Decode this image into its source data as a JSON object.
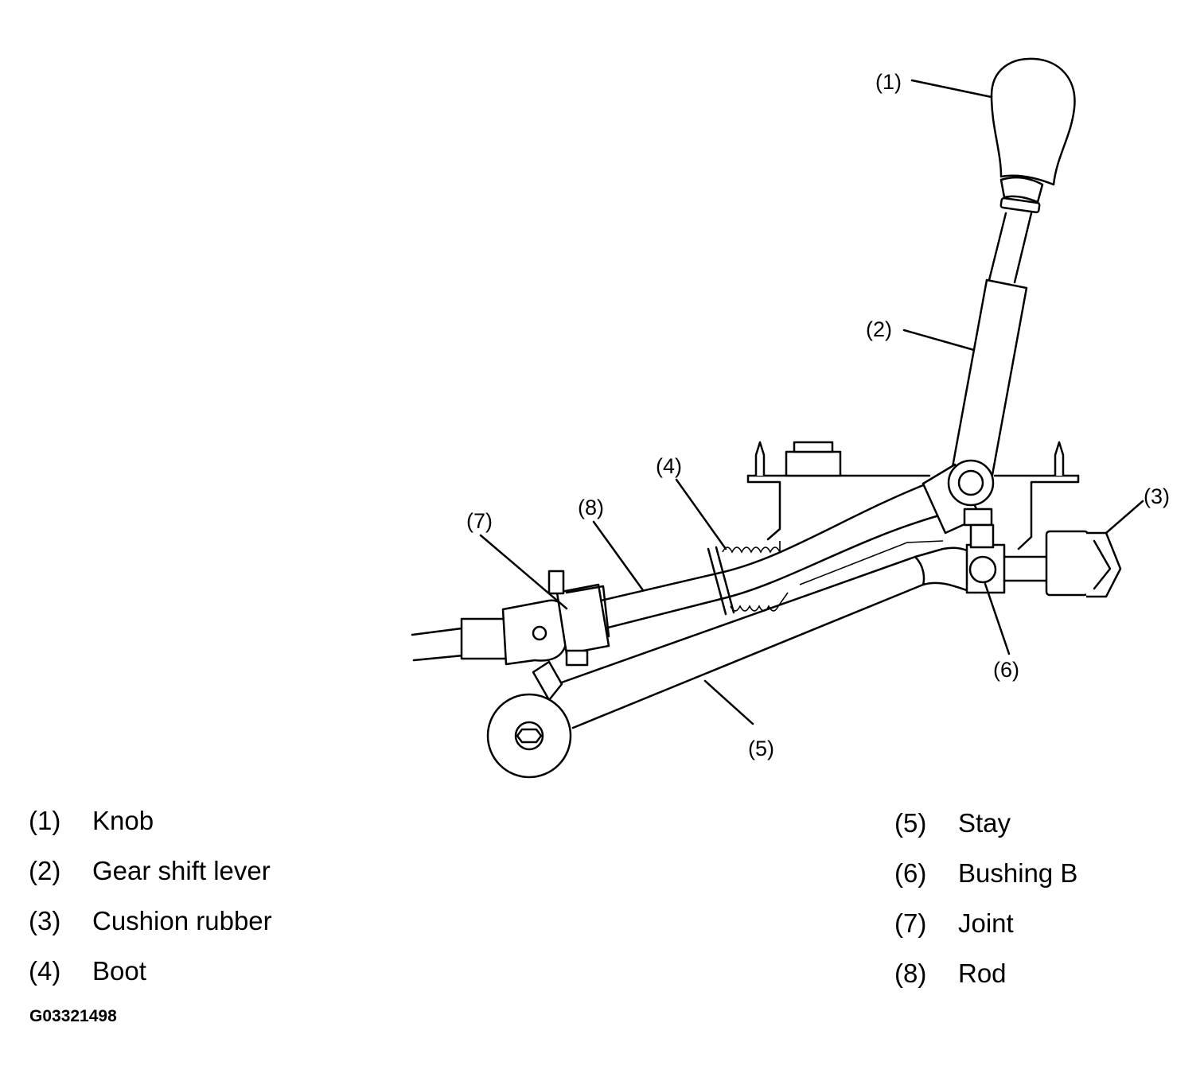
{
  "callouts": {
    "c1": "(1)",
    "c2": "(2)",
    "c3": "(3)",
    "c4": "(4)",
    "c5": "(5)",
    "c6": "(6)",
    "c7": "(7)",
    "c8": "(8)"
  },
  "legend_left": [
    {
      "num": "(1)",
      "label": "Knob"
    },
    {
      "num": "(2)",
      "label": "Gear shift lever"
    },
    {
      "num": "(3)",
      "label": "Cushion rubber"
    },
    {
      "num": "(4)",
      "label": "Boot"
    }
  ],
  "legend_right": [
    {
      "num": "(5)",
      "label": "Stay"
    },
    {
      "num": "(6)",
      "label": "Bushing B"
    },
    {
      "num": "(7)",
      "label": "Joint"
    },
    {
      "num": "(8)",
      "label": "Rod"
    }
  ],
  "figure_code": "G03321498"
}
